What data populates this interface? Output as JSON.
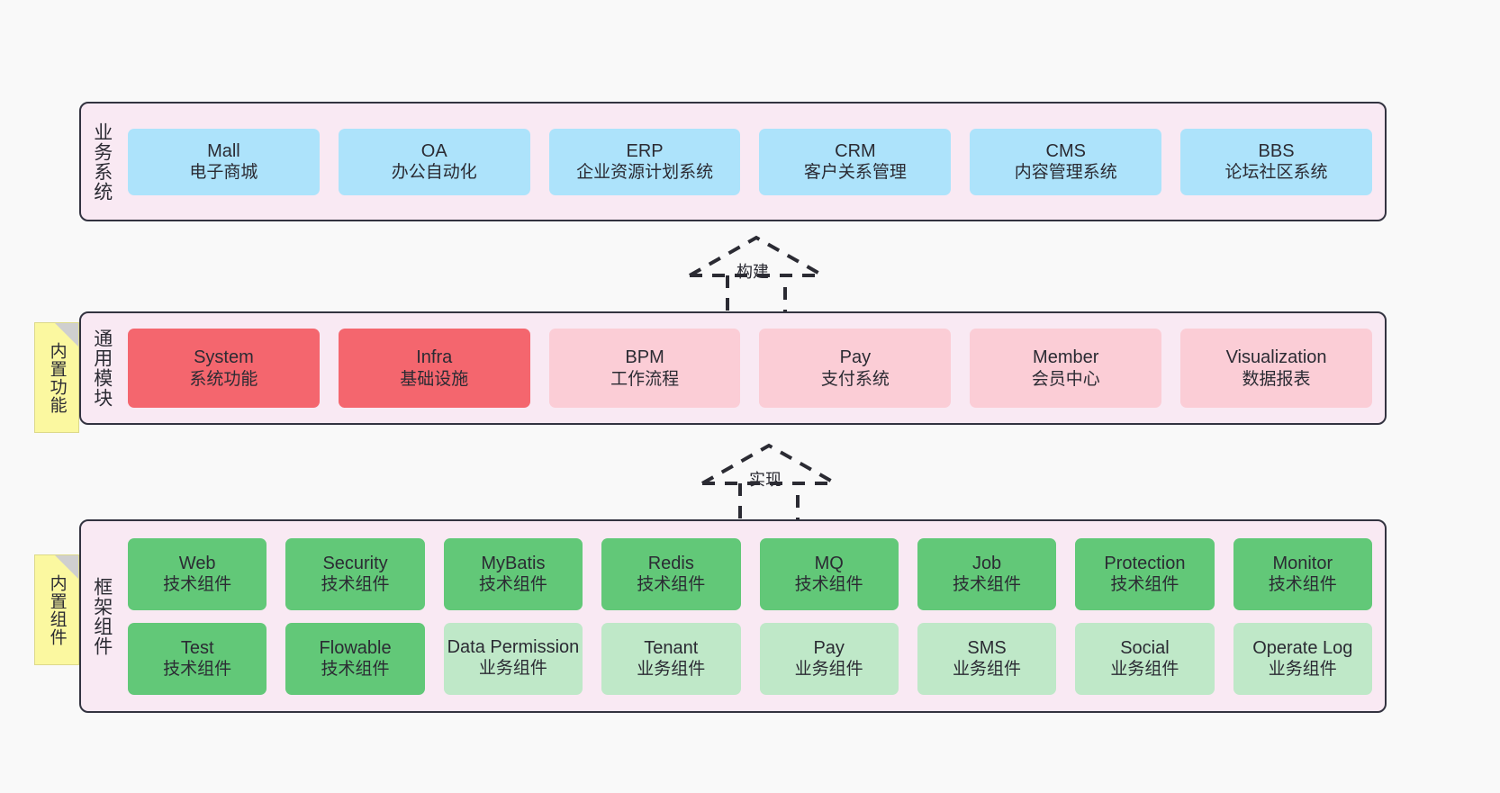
{
  "diagram": {
    "background_color": "#f9f9f9",
    "panel_color": "#f9e9f3",
    "border_color": "#333340",
    "sticky_color": "#fbf8a0"
  },
  "layers": {
    "business": {
      "title": "业务系统",
      "nodes": [
        {
          "name": "Mall",
          "desc": "电子商城",
          "color": "#ade3fb"
        },
        {
          "name": "OA",
          "desc": "办公自动化",
          "color": "#ade3fb"
        },
        {
          "name": "ERP",
          "desc": "企业资源计划系统",
          "color": "#ade3fb"
        },
        {
          "name": "CRM",
          "desc": "客户关系管理",
          "color": "#ade3fb"
        },
        {
          "name": "CMS",
          "desc": "内容管理系统",
          "color": "#ade3fb"
        },
        {
          "name": "BBS",
          "desc": "论坛社区系统",
          "color": "#ade3fb"
        }
      ]
    },
    "modules": {
      "title": "通用模块",
      "sticky": "内置功能",
      "nodes": [
        {
          "name": "System",
          "desc": "系统功能",
          "color": "#f4666e"
        },
        {
          "name": "Infra",
          "desc": "基础设施",
          "color": "#f4666e"
        },
        {
          "name": "BPM",
          "desc": "工作流程",
          "color": "#fbcdd6"
        },
        {
          "name": "Pay",
          "desc": "支付系统",
          "color": "#fbcdd6"
        },
        {
          "name": "Member",
          "desc": "会员中心",
          "color": "#fbcdd6"
        },
        {
          "name": "Visualization",
          "desc": "数据报表",
          "color": "#fbcdd6"
        }
      ]
    },
    "framework": {
      "title": "框架组件",
      "sticky": "内置组件",
      "row1": [
        {
          "name": "Web",
          "desc": "技术组件",
          "color": "#62c878"
        },
        {
          "name": "Security",
          "desc": "技术组件",
          "color": "#62c878"
        },
        {
          "name": "MyBatis",
          "desc": "技术组件",
          "color": "#62c878"
        },
        {
          "name": "Redis",
          "desc": "技术组件",
          "color": "#62c878"
        },
        {
          "name": "MQ",
          "desc": "技术组件",
          "color": "#62c878"
        },
        {
          "name": "Job",
          "desc": "技术组件",
          "color": "#62c878"
        },
        {
          "name": "Protection",
          "desc": "技术组件",
          "color": "#62c878"
        },
        {
          "name": "Monitor",
          "desc": "技术组件",
          "color": "#62c878"
        }
      ],
      "row2": [
        {
          "name": "Test",
          "desc": "技术组件",
          "color": "#62c878"
        },
        {
          "name": "Flowable",
          "desc": "技术组件",
          "color": "#62c878"
        },
        {
          "name": "Data Permission",
          "desc": "业务组件",
          "color": "#bfe8c8"
        },
        {
          "name": "Tenant",
          "desc": "业务组件",
          "color": "#bfe8c8"
        },
        {
          "name": "Pay",
          "desc": "业务组件",
          "color": "#bfe8c8"
        },
        {
          "name": "SMS",
          "desc": "业务组件",
          "color": "#bfe8c8"
        },
        {
          "name": "Social",
          "desc": "业务组件",
          "color": "#bfe8c8"
        },
        {
          "name": "Operate Log",
          "desc": "业务组件",
          "color": "#bfe8c8"
        }
      ]
    }
  },
  "arrows": [
    {
      "label": "构建",
      "from": "通用模块",
      "to": "业务系统"
    },
    {
      "label": "实现",
      "from": "框架组件",
      "to": "通用模块"
    }
  ]
}
